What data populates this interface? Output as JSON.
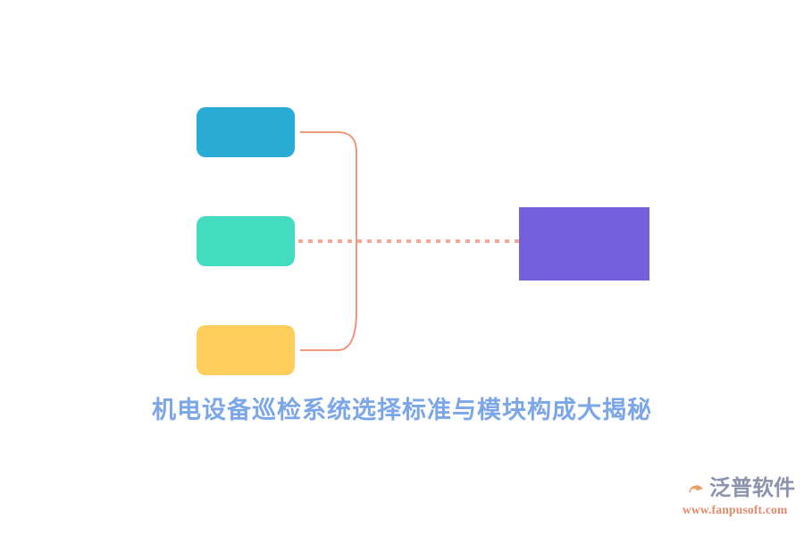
{
  "diagram": {
    "title": "机电设备巡检系统选择标准与模块构成大揭秘",
    "nodes": [
      {
        "id": "blue",
        "label": "",
        "color": "#28abd4",
        "shape": "rounded-rect"
      },
      {
        "id": "green",
        "label": "",
        "color": "#44dcc0",
        "shape": "rounded-rect"
      },
      {
        "id": "yellow",
        "label": "",
        "color": "#ffcd5c",
        "shape": "rounded-rect"
      },
      {
        "id": "purple",
        "label": "",
        "color": "#7460da",
        "shape": "rect"
      }
    ],
    "connector_color": "#f08a70",
    "connector_dotted_color": "#f4a896"
  },
  "watermark": {
    "brand": "泛普软件",
    "url": "www.fanpusoft.com",
    "mark_icon": "swoosh-circle-icon",
    "brand_color": "#8b93ad",
    "url_color": "#e08a6a",
    "mark_accent_color": "#e8a06a"
  }
}
